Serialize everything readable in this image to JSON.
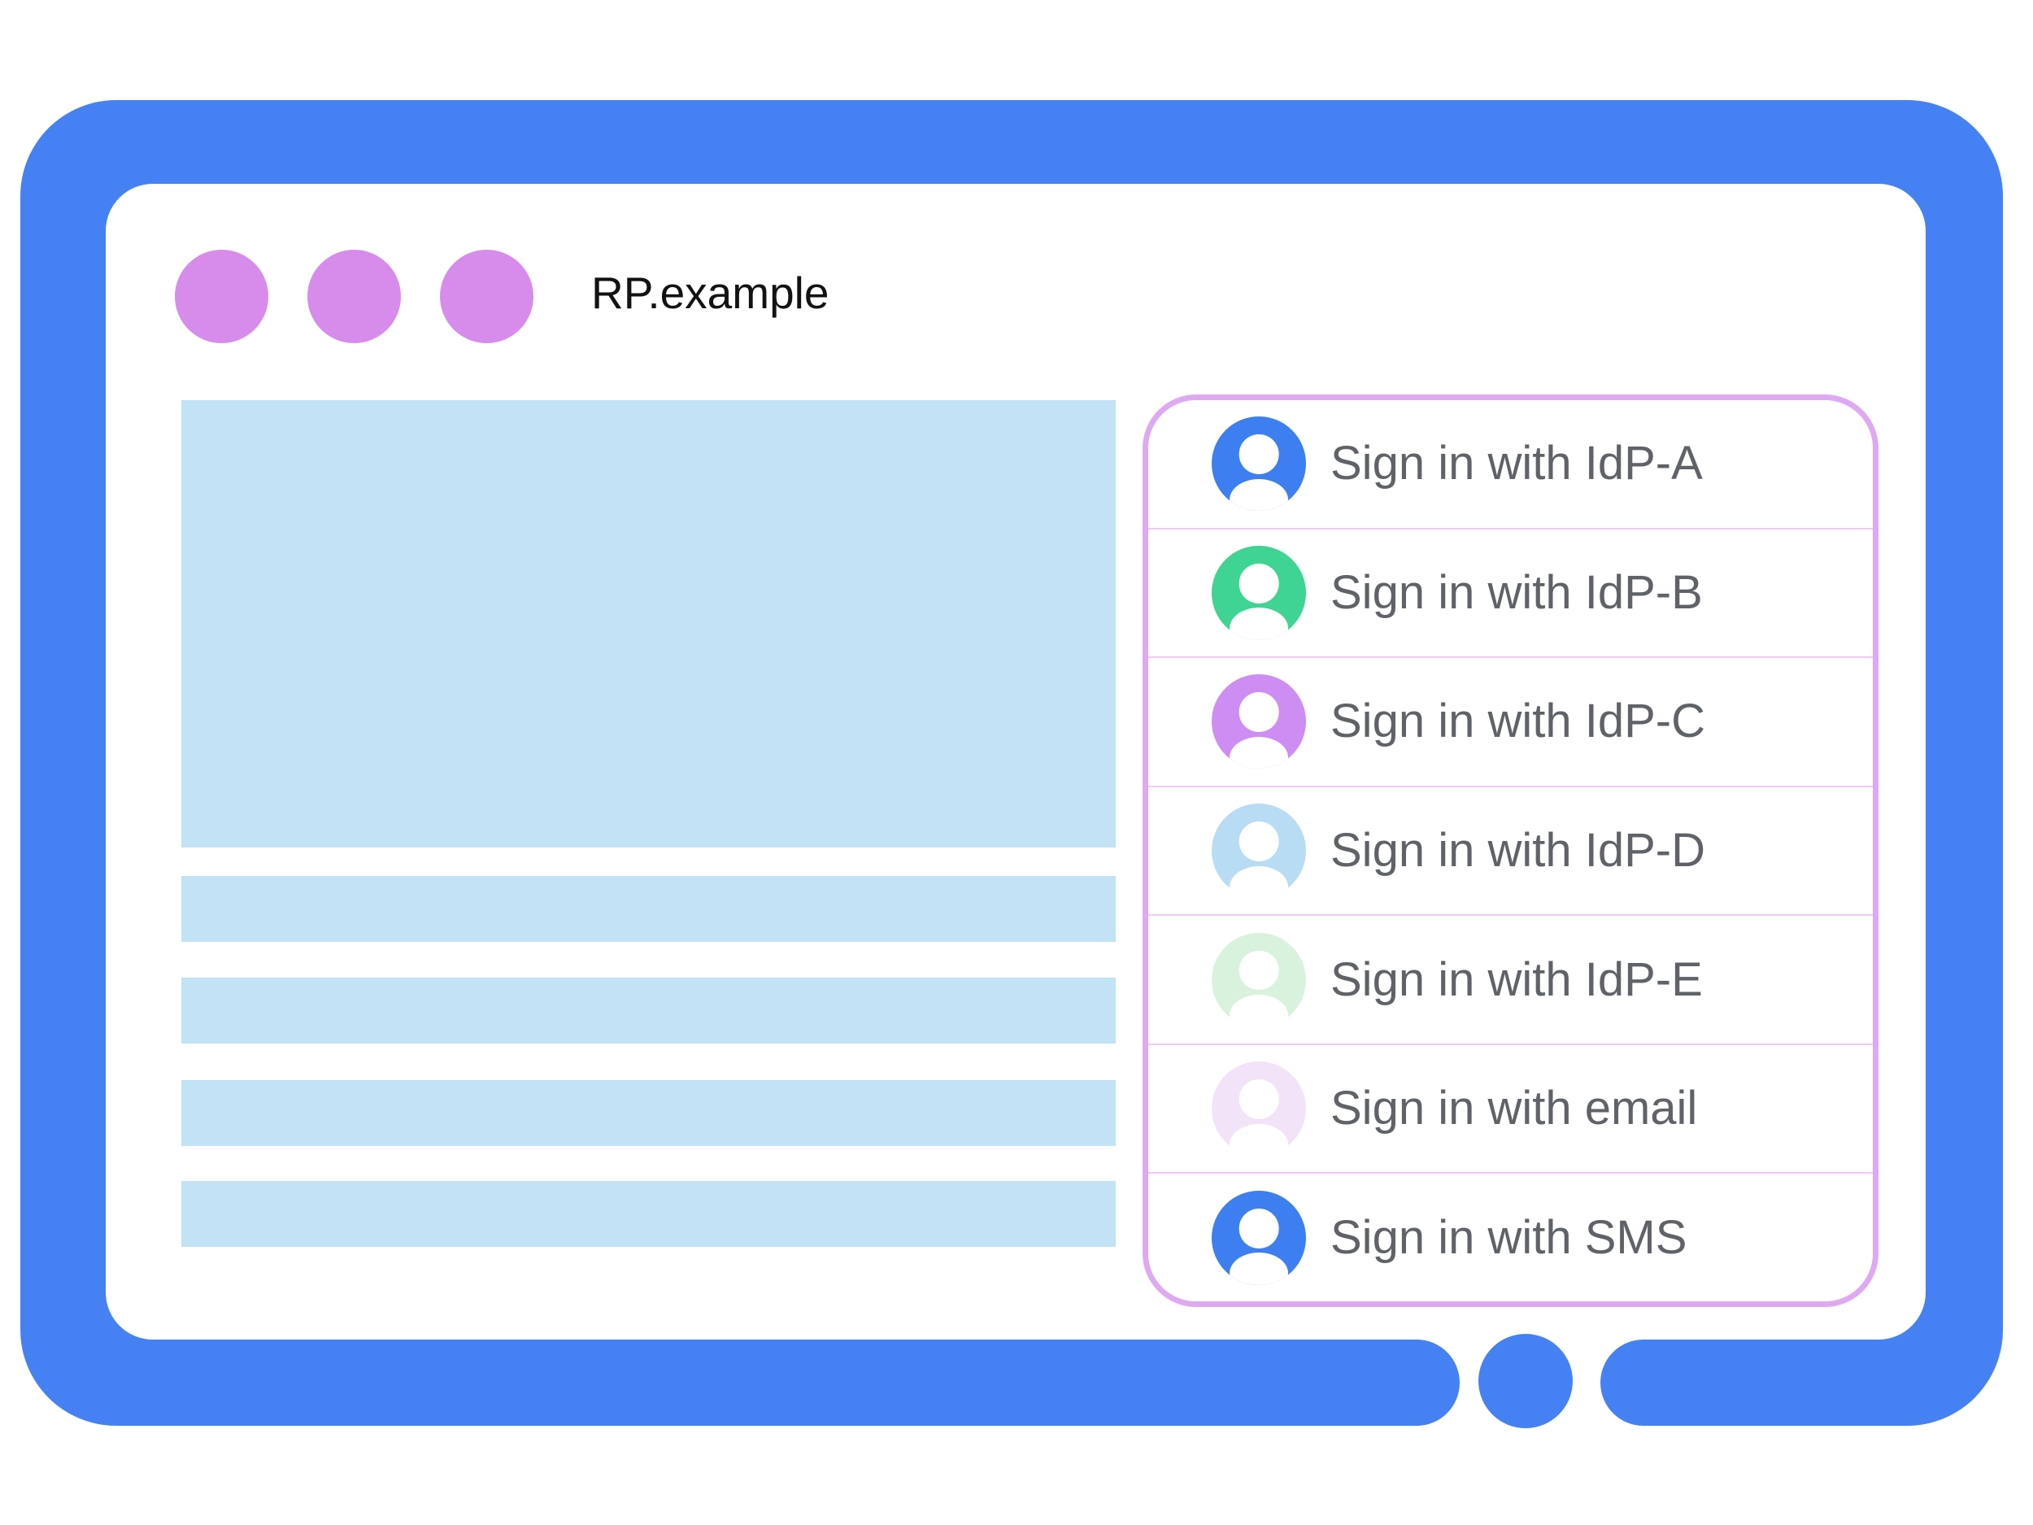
{
  "browser": {
    "title": "RP.example",
    "frame_color": "#4681F4",
    "window_controls": {
      "icon": "circle-dot-icon",
      "color": "#D78CEC",
      "count": 3
    },
    "home_button_icon": "home-button"
  },
  "content": {
    "placeholder_color": "#C2E2F6",
    "placeholders": [
      "hero-block",
      "text-line-1",
      "text-line-2",
      "text-line-3",
      "text-line-4"
    ]
  },
  "signin": {
    "panel_border_color": "#DFA9F2",
    "divider_color": "#F0C9F6",
    "label_color": "#5F6368",
    "avatar_icon": "person-icon",
    "options": [
      {
        "label": "Sign in with IdP-A",
        "color": "#3D7FF0"
      },
      {
        "label": "Sign in with IdP-B",
        "color": "#3FD493"
      },
      {
        "label": "Sign in with IdP-C",
        "color": "#CE8DF2"
      },
      {
        "label": "Sign in with IdP-D",
        "color": "#B8DCF4"
      },
      {
        "label": "Sign in with IdP-E",
        "color": "#D9F2DE"
      },
      {
        "label": "Sign in with email",
        "color": "#F2E3F8"
      },
      {
        "label": "Sign in with SMS",
        "color": "#3D7FF0"
      }
    ]
  }
}
